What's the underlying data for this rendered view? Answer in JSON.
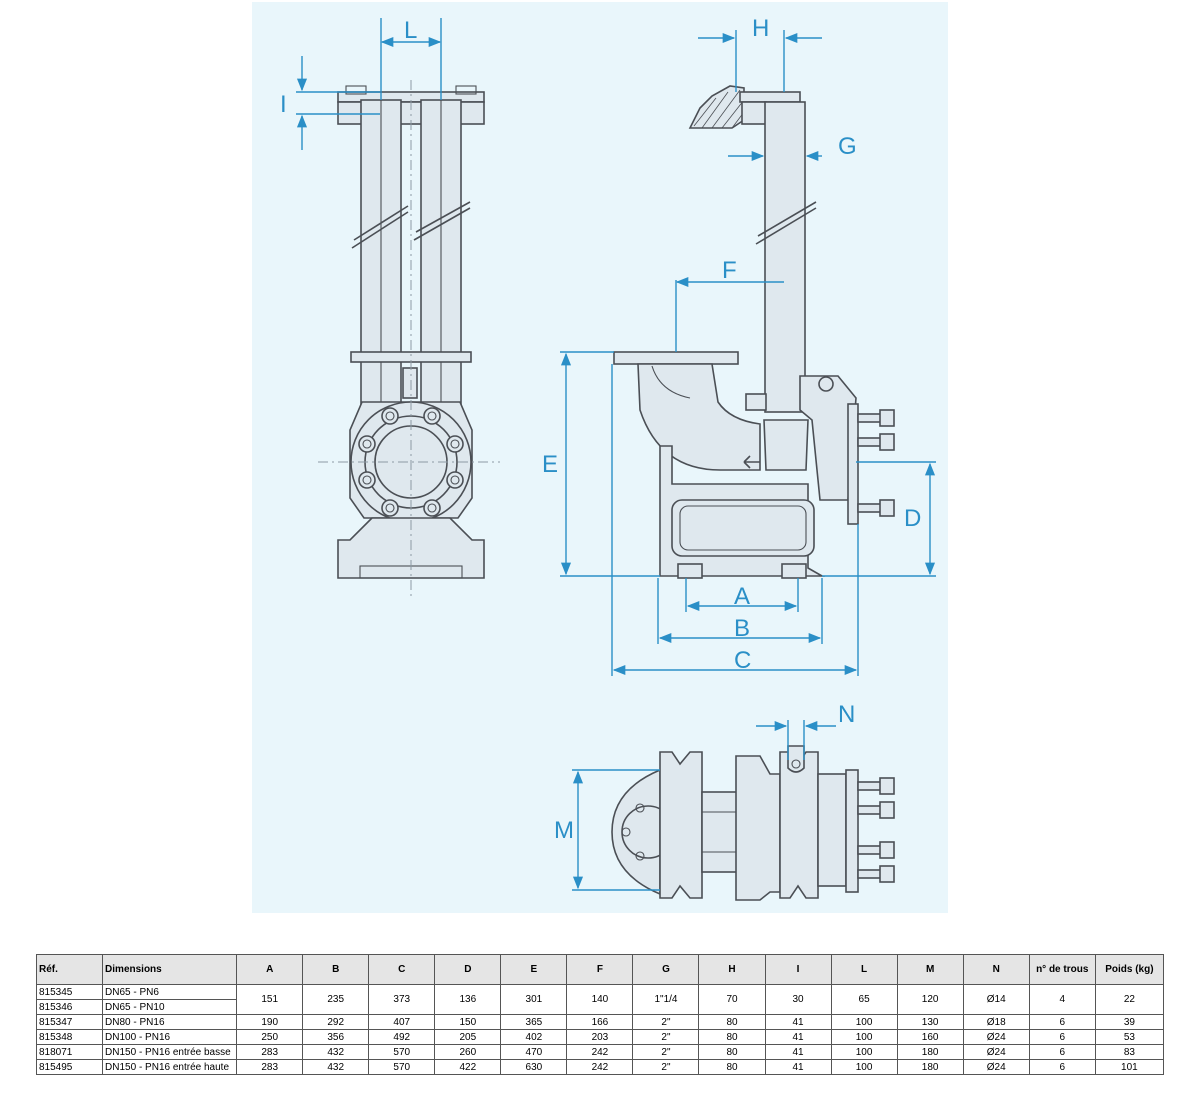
{
  "drawing": {
    "labels": {
      "A": "A",
      "B": "B",
      "C": "C",
      "D": "D",
      "E": "E",
      "F": "F",
      "G": "G",
      "H": "H",
      "I": "I",
      "L": "L",
      "M": "M",
      "N": "N"
    }
  },
  "table": {
    "headers": [
      "Réf.",
      "Dimensions",
      "A",
      "B",
      "C",
      "D",
      "E",
      "F",
      "G",
      "H",
      "I",
      "L",
      "M",
      "N",
      "n° de trous",
      "Poids (kg)"
    ],
    "group1": {
      "refs": [
        "815345",
        "815346"
      ],
      "dims": [
        "DN65 - PN6",
        "DN65 - PN10"
      ],
      "values": [
        "151",
        "235",
        "373",
        "136",
        "301",
        "140",
        "1\"1/4",
        "70",
        "30",
        "65",
        "120",
        "Ø14",
        "4",
        "22"
      ]
    },
    "rows": [
      {
        "ref": "815347",
        "dim": "DN80 - PN16",
        "values": [
          "190",
          "292",
          "407",
          "150",
          "365",
          "166",
          "2\"",
          "80",
          "41",
          "100",
          "130",
          "Ø18",
          "6",
          "39"
        ]
      },
      {
        "ref": "815348",
        "dim": "DN100 - PN16",
        "values": [
          "250",
          "356",
          "492",
          "205",
          "402",
          "203",
          "2\"",
          "80",
          "41",
          "100",
          "160",
          "Ø24",
          "6",
          "53"
        ]
      },
      {
        "ref": "818071",
        "dim": "DN150 - PN16 entrée basse",
        "values": [
          "283",
          "432",
          "570",
          "260",
          "470",
          "242",
          "2\"",
          "80",
          "41",
          "100",
          "180",
          "Ø24",
          "6",
          "83"
        ]
      },
      {
        "ref": "815495",
        "dim": "DN150 - PN16 entrée haute",
        "values": [
          "283",
          "432",
          "570",
          "422",
          "630",
          "242",
          "2\"",
          "80",
          "41",
          "100",
          "180",
          "Ø24",
          "6",
          "101"
        ]
      }
    ]
  },
  "colors": {
    "panel_bg": "#e9f6fb",
    "dimension_blue": "#2a8fc7",
    "part_line": "#4b4f55",
    "header_bg": "#e5e5e5"
  }
}
